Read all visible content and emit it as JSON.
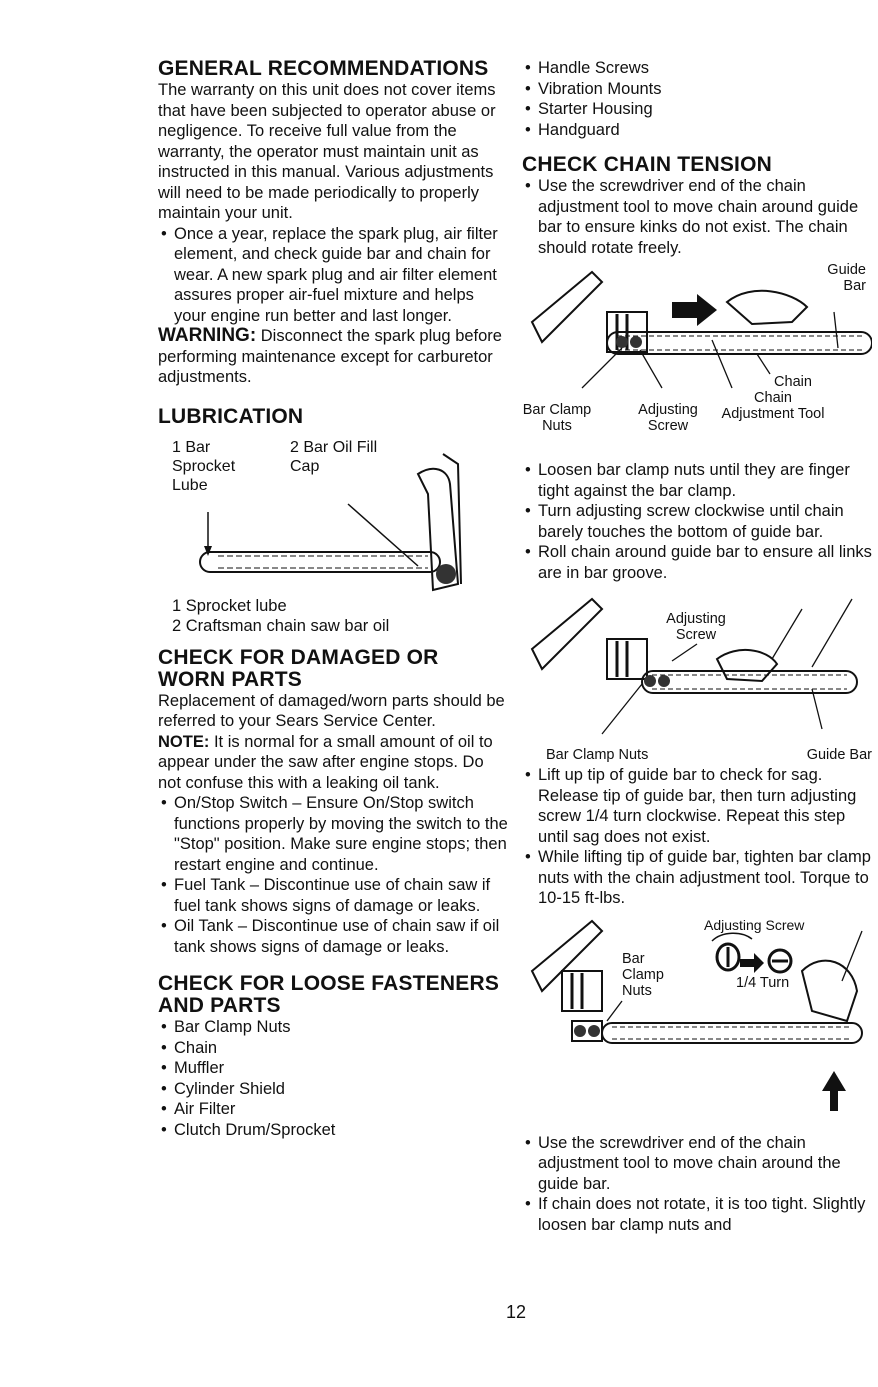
{
  "general": {
    "title": "GENERAL RECOMMENDATIONS",
    "para": "The warranty on this unit does not cover items that have been subjected to operator abuse or negligence. To receive full value from the warranty, the operator must maintain unit as instructed in this manual. Various adjustments will need to be made periodically to properly maintain your unit.",
    "bullet": "Once a year, replace the spark plug, air filter element, and check guide bar and chain for wear. A new spark plug and air filter element assures proper air-fuel mixture and helps your engine run better and last longer.",
    "warning_label": "WARNING:",
    "warning_text": "Disconnect the spark plug before performing maintenance except for carburetor adjustments."
  },
  "lubrication": {
    "title": "LUBRICATION",
    "label1_num": "1",
    "label1": "Bar Sprocket Lube",
    "label2_num": "2",
    "label2": "Bar Oil Fill Cap",
    "item1": "1  Sprocket lube",
    "item2": "2  Craftsman chain saw bar oil"
  },
  "damaged": {
    "title": "CHECK FOR DAMAGED OR WORN PARTS",
    "para": "Replacement of damaged/worn parts should be referred to your Sears Service Center.",
    "note_label": "NOTE:",
    "note_text": "It is normal for a small amount of oil to appear under the saw after engine stops. Do not confuse this with a leaking oil tank.",
    "bullets": [
      "On/Stop Switch – Ensure On/Stop switch functions properly by moving the switch to the \"Stop\" position. Make sure engine stops; then restart engine and continue.",
      "Fuel Tank – Discontinue use of chain saw if fuel tank shows signs of damage or leaks.",
      "Oil Tank – Discontinue use of chain saw if oil tank shows signs of damage or leaks."
    ]
  },
  "loose": {
    "title": "CHECK FOR LOOSE FASTENERS AND PARTS",
    "items": [
      "Bar Clamp Nuts",
      "Chain",
      "Muffler",
      "Cylinder Shield",
      "Air Filter",
      "Clutch Drum/Sprocket",
      "Handle Screws",
      "Vibration Mounts",
      "Starter Housing",
      "Handguard"
    ]
  },
  "tension": {
    "title": "CHECK CHAIN TENSION",
    "bullet1": "Use the screwdriver end of the chain adjustment tool to move chain around guide bar to ensure kinks do not exist. The chain should rotate freely.",
    "fig1": {
      "guide_bar": "Guide Bar",
      "chain": "Chain",
      "bar_clamp_nuts": "Bar Clamp Nuts",
      "adjusting_screw": "Adjusting Screw",
      "adjustment_tool": "Chain Adjustment Tool"
    },
    "bullets2": [
      "Loosen bar clamp nuts until they are finger tight against the bar clamp.",
      "Turn adjusting screw clockwise until chain barely touches the bottom of guide bar.",
      "Roll chain around guide bar to ensure all links are in bar groove."
    ],
    "fig2": {
      "adjusting_screw": "Adjusting Screw",
      "bar_clamp_nuts": "Bar Clamp Nuts",
      "guide_bar": "Guide Bar"
    },
    "bullets3": [
      "Lift up tip of guide bar to check for sag. Release tip of guide bar, then turn adjusting screw 1/4 turn clockwise. Repeat this step until sag does not exist.",
      "While lifting tip of guide bar, tighten bar clamp nuts with the chain adjustment tool. Torque to 10-15 ft-lbs."
    ],
    "fig3": {
      "adjusting_screw": "Adjusting Screw",
      "bar_clamp_nuts": "Bar Clamp Nuts",
      "quarter_turn": "1/4 Turn"
    },
    "bullets4": [
      "Use the screwdriver end of the chain adjustment tool to move chain around the guide bar.",
      "If chain does not rotate, it is too tight. Slightly loosen bar clamp nuts and"
    ]
  },
  "page_number": "12"
}
